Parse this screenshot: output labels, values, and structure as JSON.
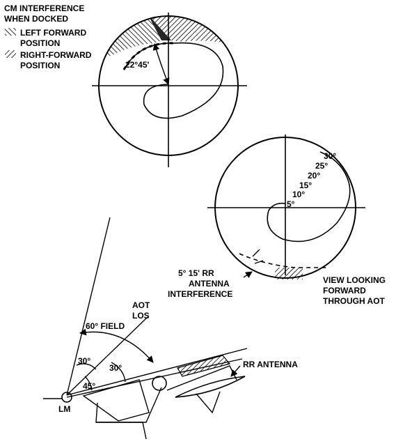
{
  "legend": {
    "title_line1": "CM INTERFERENCE",
    "title_line2": "WHEN DOCKED",
    "left_line1": "LEFT FORWARD",
    "left_line2": "POSITION",
    "right_line1": "RIGHT-FORWARD",
    "right_line2": "POSITION"
  },
  "top_view": {
    "angle_label": "22°45'"
  },
  "middle_view": {
    "degree_labels": [
      "30°",
      "25°",
      "20°",
      "15°",
      "10°",
      "5°"
    ],
    "rr_line1": "5° 15' RR",
    "rr_line2": "ANTENNA",
    "rr_line3": "INTERFERENCE",
    "view_line1": "VIEW LOOKING",
    "view_line2": "FORWARD",
    "view_line3": "THROUGH AOT"
  },
  "side_view": {
    "aot_line1": "AOT",
    "aot_line2": "LOS",
    "field_label": "60° FIELD",
    "angle_30_left": "30°",
    "angle_30_right": "30°",
    "angle_45": "45°",
    "lm_label": "LM",
    "rr_antenna_label": "RR ANTENNA"
  }
}
